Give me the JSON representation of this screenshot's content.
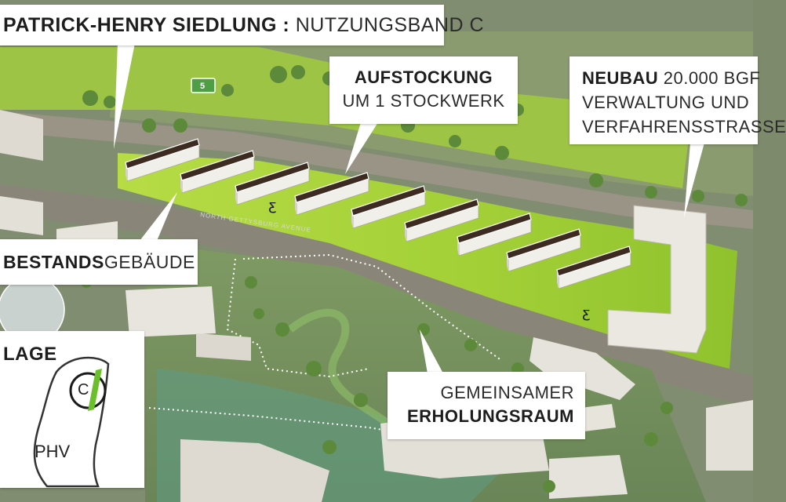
{
  "labels": {
    "title_bold": "PATRICK-HENRY SIEDLUNG",
    "title_sep": " : ",
    "title_light": "NUTZUNGSBAND C",
    "aufstockung_bold": "AUFSTOCKUNG",
    "aufstockung_light": "UM 1 STOCKWERK",
    "neubau_bold": "NEUBAU",
    "neubau_line1_rest": " 20.000 BGF",
    "neubau_line2": "VERWALTUNG UND",
    "neubau_line3": "VERFAHRENSSTRASSE",
    "bestand_bold": "BESTANDS",
    "bestand_light": "GEBÄUDE",
    "erhol_light": "GEMEINSAMER",
    "erhol_bold": "ERHOLUNGSRAUM",
    "lage_title": "LAGE",
    "lage_zone": "C",
    "lage_area": "PHV",
    "street": "NORTH GETTYSBURG AVENUE",
    "road_sign": "5"
  },
  "colors": {
    "lawn": "#a8d23a",
    "road": "#8f8a7f",
    "roof": "#3d2b22",
    "accent_green": "#6bbf2a"
  }
}
